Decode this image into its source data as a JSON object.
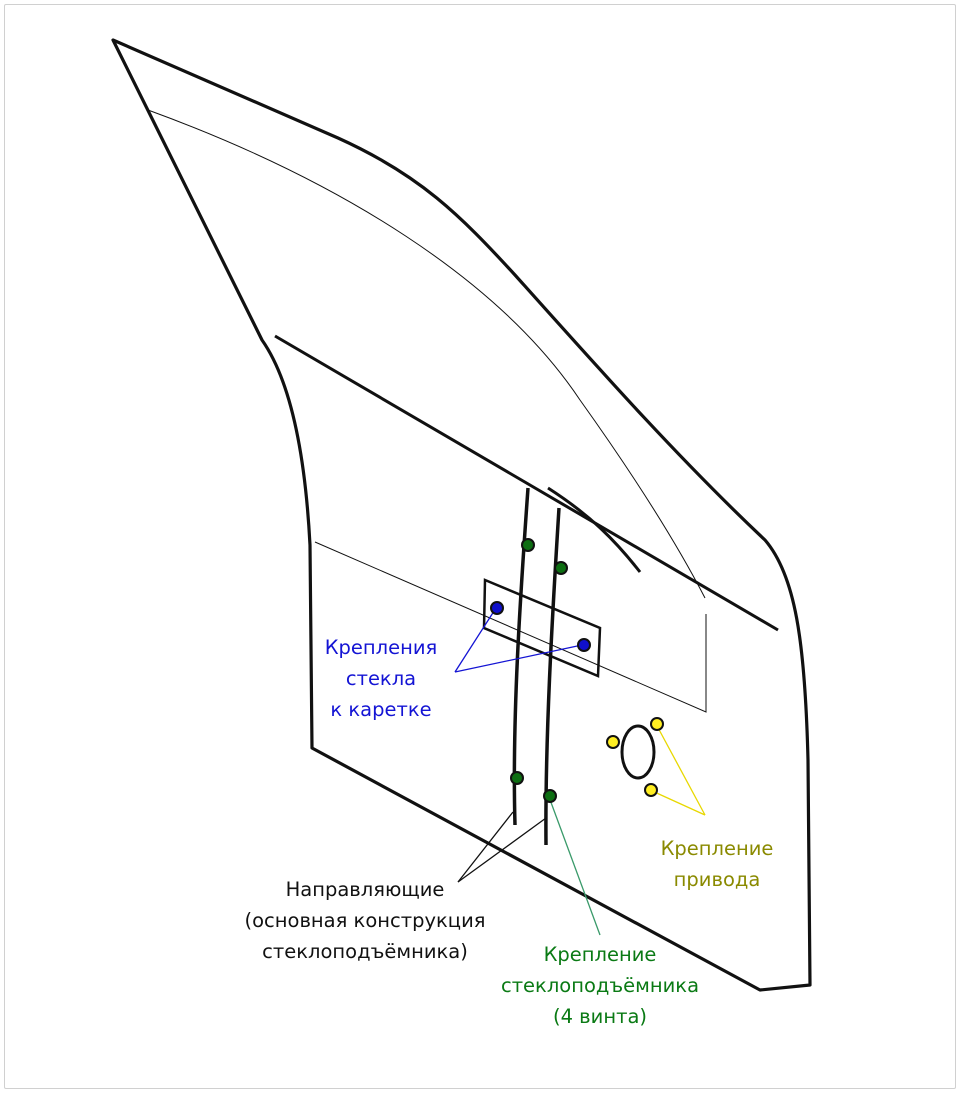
{
  "annotations": {
    "glass_mounts": {
      "lines": [
        "Крепления",
        "стекла",
        "к каретке"
      ],
      "color": "#1414d4"
    },
    "guides": {
      "lines": [
        "Направляющие",
        "(основная конструкция",
        "стеклоподъёмника)"
      ],
      "color": "#111111"
    },
    "regulator_mount": {
      "lines": [
        "Крепление",
        "стеклоподъёмника",
        "(4 винта)"
      ],
      "color": "#0a7a14"
    },
    "drive_mount": {
      "lines": [
        "Крепление",
        "привода"
      ],
      "color": "#8a8a00"
    }
  },
  "colors": {
    "outline": "#111111",
    "bolt_green": "#0d6e12",
    "bolt_blue": "#1010cc",
    "bolt_yellow": "#ffee22",
    "yellow_leader": "#e8d800",
    "green_leader": "#3a9a6a"
  }
}
